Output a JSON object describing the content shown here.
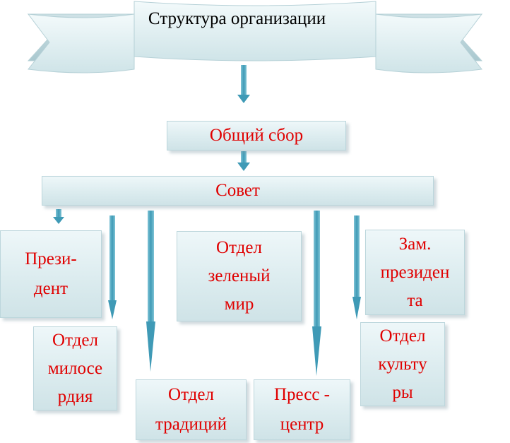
{
  "title": "Структура организации",
  "nodes": {
    "general": "Общий сбор",
    "council": "Совет",
    "president": [
      "Прези-",
      "дент"
    ],
    "green": [
      "Отдел",
      "зеленый",
      "мир"
    ],
    "vice": [
      "Зам.",
      "президен",
      "та"
    ],
    "mercy": [
      "Отдел",
      "милосе",
      "рдия"
    ],
    "traditions": [
      "Отдел",
      "традиций"
    ],
    "press": [
      "Пресс -",
      "центр"
    ],
    "culture": [
      "Отдел",
      "культу",
      "ры"
    ]
  },
  "colors": {
    "text": "#e00000",
    "arrow": "#4aa3bd",
    "box": "#dcecef"
  }
}
